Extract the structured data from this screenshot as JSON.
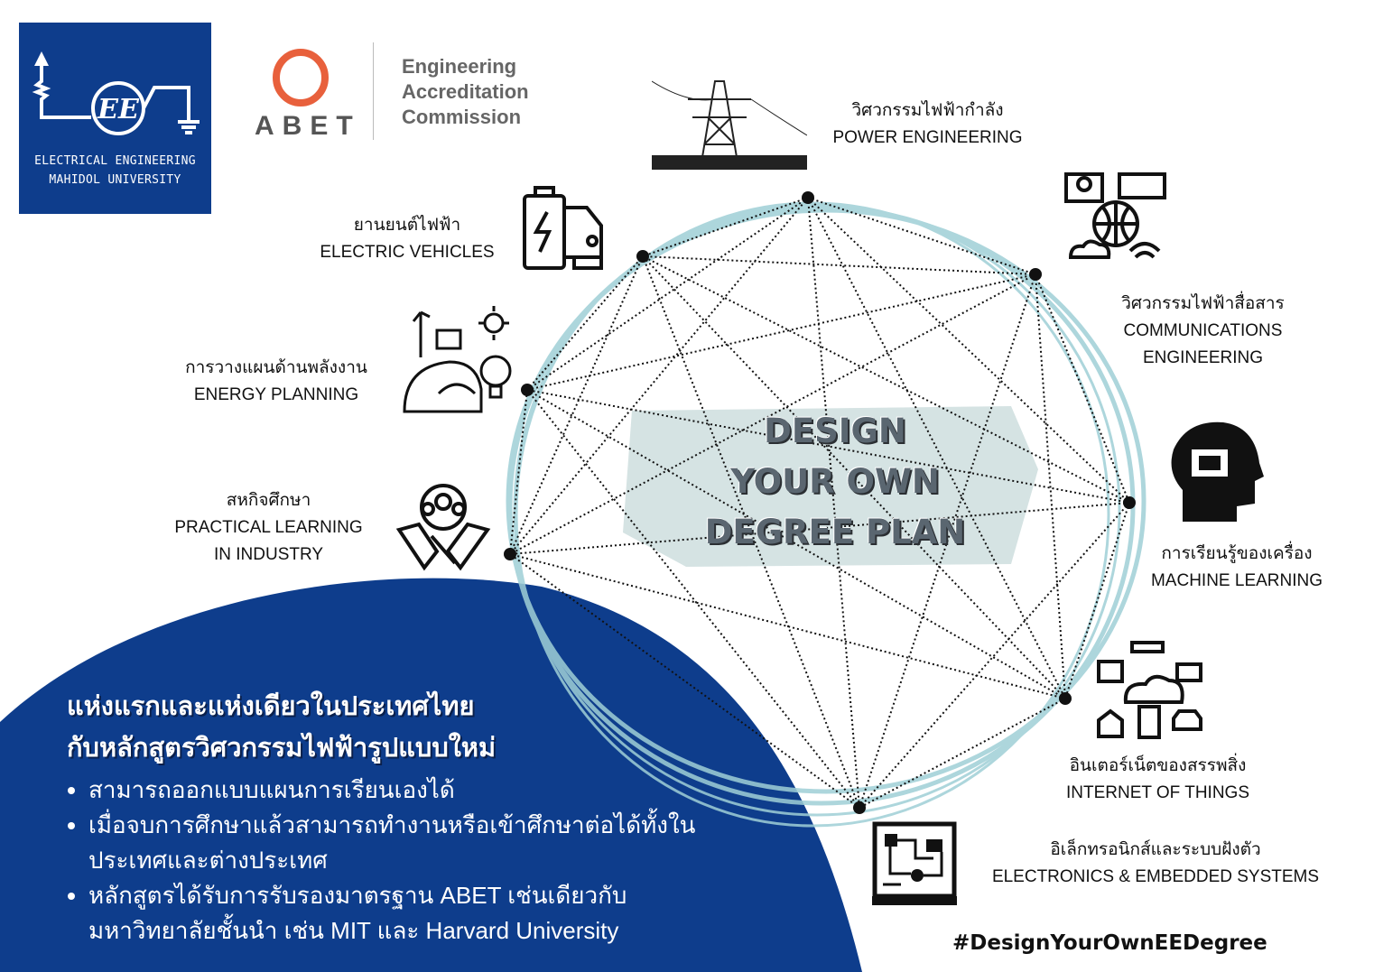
{
  "logos": {
    "ee": {
      "line1": "ELECTRICAL ENGINEERING",
      "line2": "MAHIDOL UNIVERSITY"
    },
    "abet": {
      "word": "ABET",
      "lines": [
        "Engineering",
        "Accreditation",
        "Commission"
      ]
    }
  },
  "center_title": [
    "DESIGN",
    "YOUR OWN",
    "DEGREE PLAN"
  ],
  "tracks": [
    {
      "th": "วิศวกรรมไฟฟ้ากำลัง",
      "en": [
        "POWER ENGINEERING"
      ],
      "icon": "power-tower-icon"
    },
    {
      "th": "วิศวกรรมไฟฟ้าสื่อสาร",
      "en": [
        "COMMUNICATIONS",
        "ENGINEERING"
      ],
      "icon": "communications-icon"
    },
    {
      "th": "การเรียนรู้ของเครื่อง",
      "en": [
        "MACHINE LEARNING"
      ],
      "icon": "ai-head-icon"
    },
    {
      "th": "อินเตอร์เน็ตของสรรพสิ่ง",
      "en": [
        "INTERNET OF THINGS"
      ],
      "icon": "iot-icon"
    },
    {
      "th": "อิเล็กทรอนิกส์และระบบฝังตัว",
      "en": [
        "ELECTRONICS & EMBEDDED SYSTEMS"
      ],
      "icon": "circuit-board-icon"
    },
    {
      "th": "สหกิจศึกษา",
      "en": [
        "PRACTICAL LEARNING",
        "IN INDUSTRY"
      ],
      "icon": "handshake-icon"
    },
    {
      "th": "การวางแผนด้านพลังงาน",
      "en": [
        "ENERGY PLANNING"
      ],
      "icon": "energy-icon"
    },
    {
      "th": "ยานยนต์ไฟฟ้า",
      "en": [
        "ELECTRIC VEHICLES"
      ],
      "icon": "ev-icon"
    }
  ],
  "bottom": {
    "headline": [
      "แห่งแรกและแห่งเดียวในประเทศไทย",
      "กับหลักสูตรวิศวกรรมไฟฟ้ารูปแบบใหม่"
    ],
    "bullets": [
      "สามารถออกแบบแผนการเรียนเองได้",
      "เมื่อจบการศึกษาแล้วสามารถทำงานหรือเข้าศึกษาต่อได้ทั้งในประเทศและต่างประเทศ",
      "หลักสูตรได้รับการรับรองมาตรฐาน ABET เช่นเดียวกับมหาวิทยาลัยชั้นนำ เช่น MIT และ Harvard University"
    ]
  },
  "hashtag": "#DesignYourOwnEEDegree",
  "colors": {
    "navy": "#0e3d8c",
    "abet_orange": "#e8603c",
    "swirl": "#9fcfd6"
  }
}
